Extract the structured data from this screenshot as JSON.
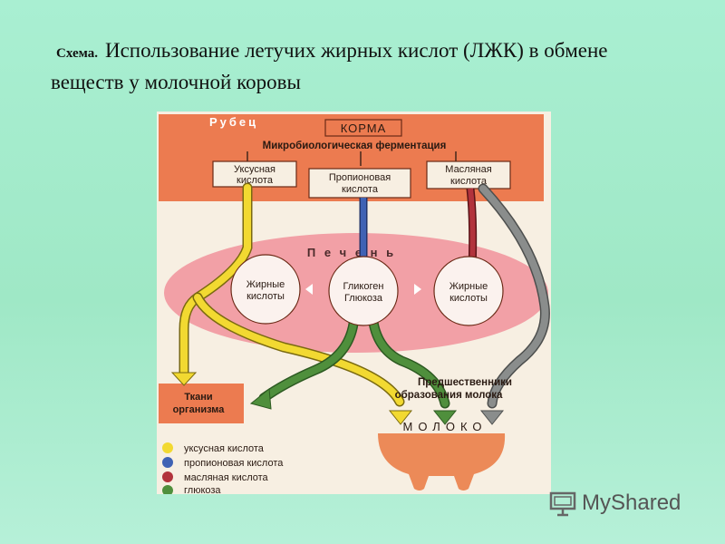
{
  "title": {
    "label": "Схема.",
    "text": "Использование летучих жирных кислот (ЛЖК) в обмене веществ  у молочной     коровы"
  },
  "diagram": {
    "rumen": {
      "title": "Рубец",
      "feed": "КОРМА",
      "fermentation": "Микробиологическая ферментация",
      "acetic": [
        "Уксусная",
        "кислота"
      ],
      "propionic": [
        "Пропионовая",
        "кислота"
      ],
      "butyric": [
        "Масляная",
        "кислота"
      ]
    },
    "liver": {
      "title": "П е ч е н ь",
      "fatty_left": [
        "Жирные",
        "кислоты"
      ],
      "glycogen": [
        "Гликоген",
        "Глюкоза"
      ],
      "fatty_right": [
        "Жирные",
        "кислоты"
      ]
    },
    "tissues": [
      "Ткани",
      "организма"
    ],
    "precursors": [
      "Предшественники",
      "образования молока"
    ],
    "milk": "МОЛОКО",
    "legend": [
      {
        "label": "уксусная кислота",
        "color": "#f2d931"
      },
      {
        "label": "пропионовая кислота",
        "color": "#3f62b4"
      },
      {
        "label": "масляная кислота",
        "color": "#b2333c"
      },
      {
        "label": "глюкоза",
        "color": "#4f8f3c"
      }
    ],
    "colors": {
      "rumen": "#ec7b50",
      "liver": "#f2a0a6",
      "gray_path": "#8a8d8c",
      "udder": "#ec8a58"
    }
  },
  "watermark": "MyShared"
}
